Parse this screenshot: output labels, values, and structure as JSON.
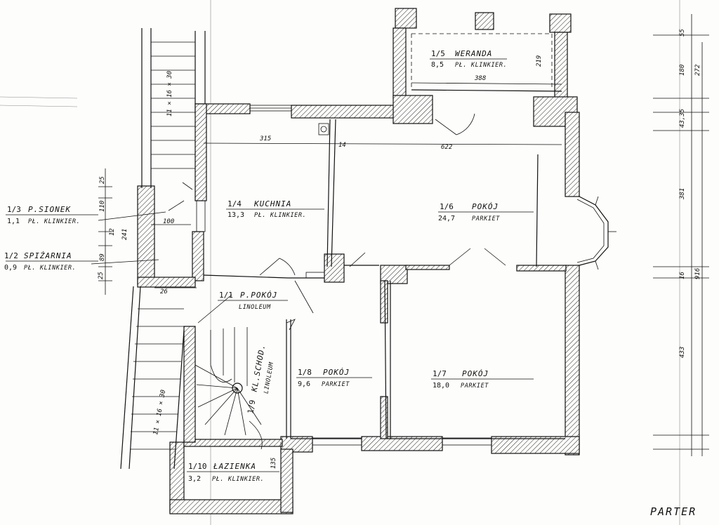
{
  "plan_title": "PARTER",
  "rooms": [
    {
      "no": "1/1",
      "name": "P.POKÓJ",
      "area": "",
      "floor": "LINOLEUM"
    },
    {
      "no": "1/2",
      "name": "SPIŻARNIA",
      "area": "0,9",
      "floor": "PŁ. KLINKIER."
    },
    {
      "no": "1/3",
      "name": "P.SIONEK",
      "area": "1,1",
      "floor": "PŁ. KLINKIER."
    },
    {
      "no": "1/4",
      "name": "KUCHNIA",
      "area": "13,3",
      "floor": "PŁ. KLINKIER."
    },
    {
      "no": "1/5",
      "name": "WERANDA",
      "area": "8,5",
      "floor": "PŁ. KLINKIER."
    },
    {
      "no": "1/6",
      "name": "POKÓJ",
      "area": "24,7",
      "floor": "PARKIET"
    },
    {
      "no": "1/7",
      "name": "POKÓJ",
      "area": "18,0",
      "floor": "PARKIET"
    },
    {
      "no": "1/8",
      "name": "POKÓJ",
      "area": "9,6",
      "floor": "PARKIET"
    },
    {
      "no": "1/9",
      "name": "KL.SCHOD.",
      "area": "",
      "floor": "LINOLEUM"
    },
    {
      "no": "1/10",
      "name": "ŁAZIENKA",
      "area": "3,2",
      "floor": "PŁ. KLINKIER."
    }
  ],
  "dimensions": {
    "veranda_width": "388",
    "veranda_depth": "219",
    "kitchen_width": "315",
    "wall_14": "14",
    "room_width": "622",
    "pantry_width": "100",
    "corridor_26": "26",
    "bath_135": "135",
    "d_25_top": "25",
    "d_110": "110",
    "d_12": "12",
    "d_241": "241",
    "d_89": "89",
    "d_25_bottom": "25",
    "stair_top": "11 × 16 × 30",
    "stair_bottom": "11 × 16 × 30",
    "right_55": "55",
    "right_180": "180",
    "right_272": "272",
    "right_4335": "43,35",
    "right_381": "381",
    "right_16": "16",
    "right_916": "916",
    "right_433": "433"
  }
}
